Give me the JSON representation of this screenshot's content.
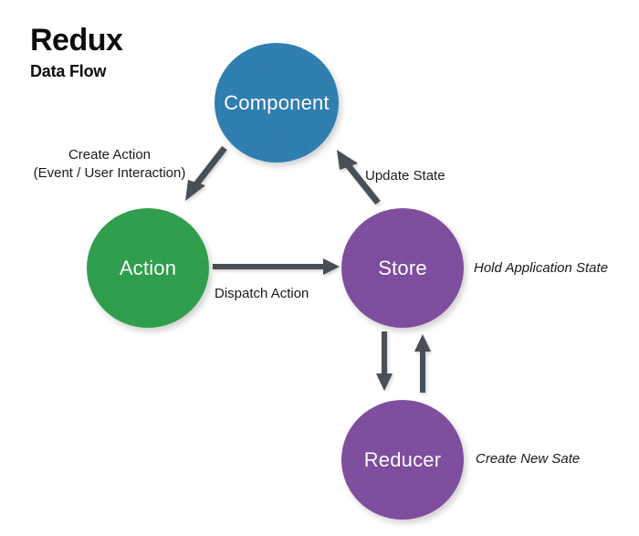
{
  "title": {
    "main": "Redux",
    "sub": "Data Flow"
  },
  "nodes": [
    {
      "id": "component",
      "label": "Component",
      "color": "#2E7EB0",
      "text_color": "#ffffff"
    },
    {
      "id": "action",
      "label": "Action",
      "color": "#2E9E4C",
      "text_color": "#ffffff"
    },
    {
      "id": "store",
      "label": "Store",
      "color": "#7E4D9E",
      "text_color": "#ffffff"
    },
    {
      "id": "reducer",
      "label": "Reducer",
      "color": "#7E4D9E",
      "text_color": "#ffffff"
    }
  ],
  "edges": [
    {
      "id": "component-to-action",
      "from": "component",
      "to": "action",
      "label_line1": "Create Action",
      "label_line2": "(Event / User Interaction)",
      "color": "#4A4F57"
    },
    {
      "id": "action-to-store",
      "from": "action",
      "to": "store",
      "label": "Dispatch Action",
      "color": "#4A4F57"
    },
    {
      "id": "store-to-component",
      "from": "store",
      "to": "component",
      "label": "Update State",
      "color": "#4A4F57"
    },
    {
      "id": "store-to-reducer",
      "from": "store",
      "to": "reducer",
      "label": "",
      "color": "#4A4F57"
    },
    {
      "id": "reducer-to-store",
      "from": "reducer",
      "to": "store",
      "label": "",
      "color": "#4A4F57"
    }
  ],
  "annotations": [
    {
      "id": "hold-application-state",
      "text": "Hold Application State",
      "attached_to": "store",
      "style": "italic"
    },
    {
      "id": "create-new-sate",
      "text": "Create New Sate",
      "attached_to": "reducer",
      "style": "italic"
    }
  ],
  "colors": {
    "background": "#ffffff",
    "arrow": "#4A4F57",
    "text": "#1a1a1a",
    "blue": "#2E7EB0",
    "green": "#2E9E4C",
    "purple": "#7E4D9E"
  }
}
